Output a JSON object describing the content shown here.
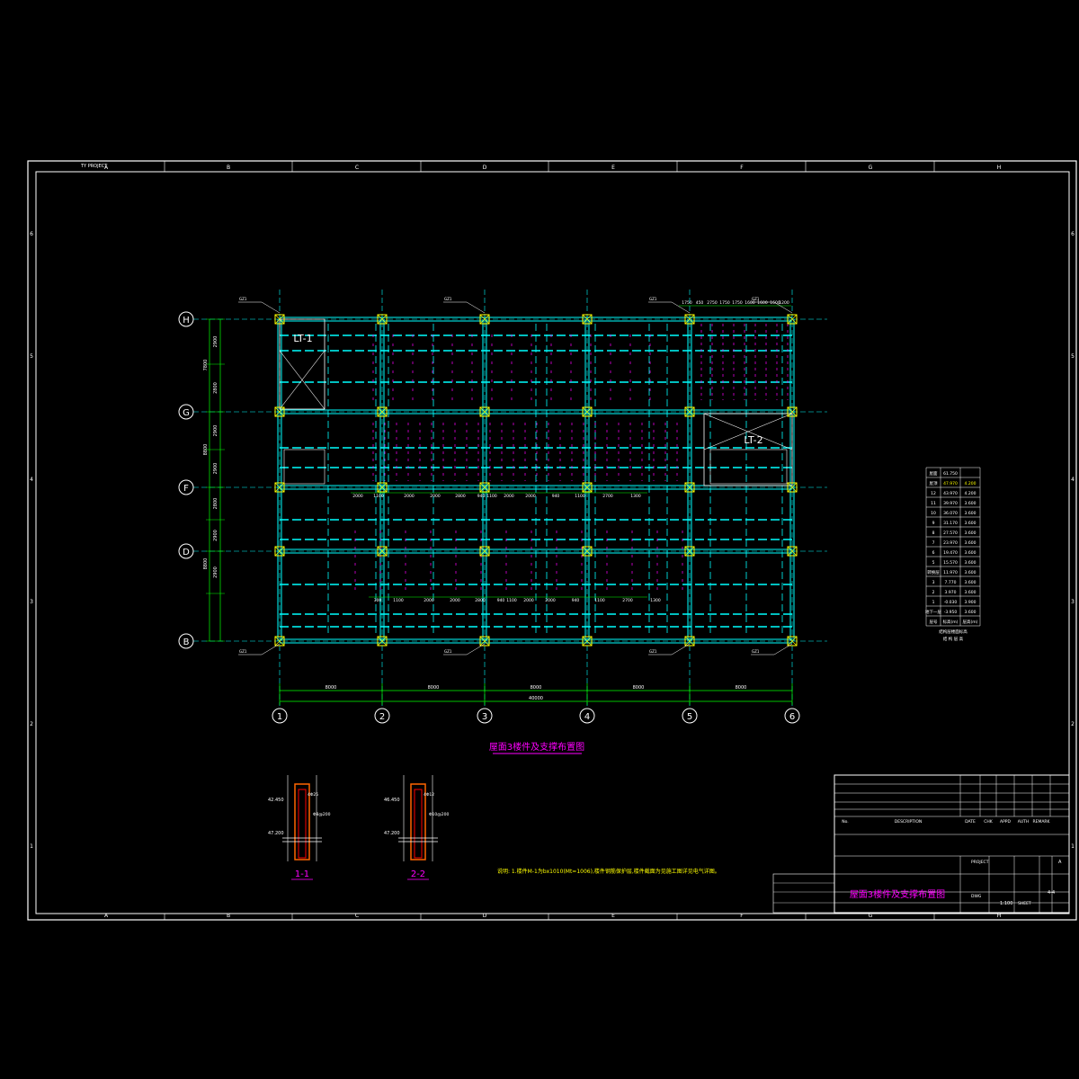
{
  "colors": {
    "background": "#000000",
    "border": "#ffffff",
    "grid": "#00ffff",
    "beam": "#00ffff",
    "column": "#ffff00",
    "rebar": "#ff00ff",
    "dimension": "#00ff00",
    "title": "#ff00ff",
    "note": "#ffff00",
    "text": "#ffffff"
  },
  "sheet": {
    "col_zones_top": [
      "A",
      "B",
      "C",
      "D",
      "E",
      "F",
      "G",
      "H"
    ],
    "col_zones_bottom": [
      "A",
      "B",
      "C",
      "D",
      "E",
      "F",
      "G",
      "H"
    ],
    "row_zones": [
      "6",
      "5",
      "4",
      "3",
      "2",
      "1"
    ],
    "corner_tag": "TY PROJECT"
  },
  "plan": {
    "title": "屋面3楼件及支撑布置图",
    "column_axes": [
      "1",
      "2",
      "3",
      "4",
      "5",
      "6"
    ],
    "row_axes": [
      "H",
      "G",
      "F",
      "D",
      "B"
    ],
    "bay_dims": [
      "8000",
      "8000",
      "8000",
      "8000",
      "8000"
    ],
    "total_dim": "40000",
    "left_dims": [
      "2900",
      "2800",
      "2900",
      "2900",
      "2800",
      "2900",
      "2900"
    ],
    "left_total_dims": [
      "7800",
      "8800",
      "8800"
    ],
    "lt1": "LT-1",
    "lt2": "LT-2",
    "beam_dims_row1": [
      "2000",
      "1100",
      "2000",
      "2000",
      "2800",
      "940",
      "1100",
      "2000",
      "2000",
      "940",
      "1100",
      "2700",
      "1300"
    ],
    "beam_dims_row2": [
      "300",
      "1100",
      "2000",
      "2000",
      "2800",
      "940",
      "1100",
      "2000",
      "2000",
      "940",
      "1100",
      "2700",
      "1300"
    ],
    "top_dims": [
      "1750",
      "450",
      "2750",
      "1750",
      "1750",
      "1600",
      "1600",
      "1600",
      "1200"
    ],
    "callout": "GZ1"
  },
  "elevation_table": {
    "rows": [
      [
        "屋面",
        "61.750",
        ""
      ],
      [
        "屋顶",
        "47.970",
        "4.200"
      ],
      [
        "12",
        "43.970",
        "4.200"
      ],
      [
        "11",
        "39.970",
        "3.600"
      ],
      [
        "10",
        "36.070",
        "3.600"
      ],
      [
        "9",
        "31.170",
        "3.600"
      ],
      [
        "8",
        "27.570",
        "3.600"
      ],
      [
        "7",
        "23.970",
        "3.600"
      ],
      [
        "6",
        "19.470",
        "3.600"
      ],
      [
        "5",
        "15.570",
        "3.600"
      ],
      [
        "转换层",
        "11.970",
        "3.600"
      ],
      [
        "3",
        "7.770",
        "3.600"
      ],
      [
        "2",
        "3.970",
        "3.600"
      ],
      [
        "1",
        "-0.030",
        "3.900"
      ],
      [
        "地下一层",
        "-3.950",
        "3.600"
      ],
      [
        "层号",
        "标高(m)",
        "层高(m)"
      ]
    ],
    "caption": "结构层楼面标高",
    "caption2": "结 构 层 高"
  },
  "sections": [
    {
      "label": "1-1",
      "elev_top": "42.450",
      "elev_bot": "47.200",
      "note1": "4Φ25",
      "note2": "Φ8@200"
    },
    {
      "label": "2-2",
      "elev_top": "46.450",
      "elev_bot": "47.200",
      "note1": "4Φ12",
      "note2": "Φ10@200"
    }
  ],
  "note": "说明: 1.楼件M-1为bx1010(Mt=1006),楼件钢筋保护层,楼件截面为见施工图详见电气详图。",
  "title_block": {
    "drawing_title": "屋面3楼件及支撑布置图",
    "hdr_cols": [
      "No.",
      "DESCRIPTION",
      "DATE",
      "CHK",
      "APPD",
      "AUTH",
      "REMARK"
    ],
    "project": "PROJECT",
    "dwg_no": "DWG",
    "scale": "1:100",
    "sheet": "SHEET",
    "rev": "A",
    "sheet_no": "4-4"
  }
}
